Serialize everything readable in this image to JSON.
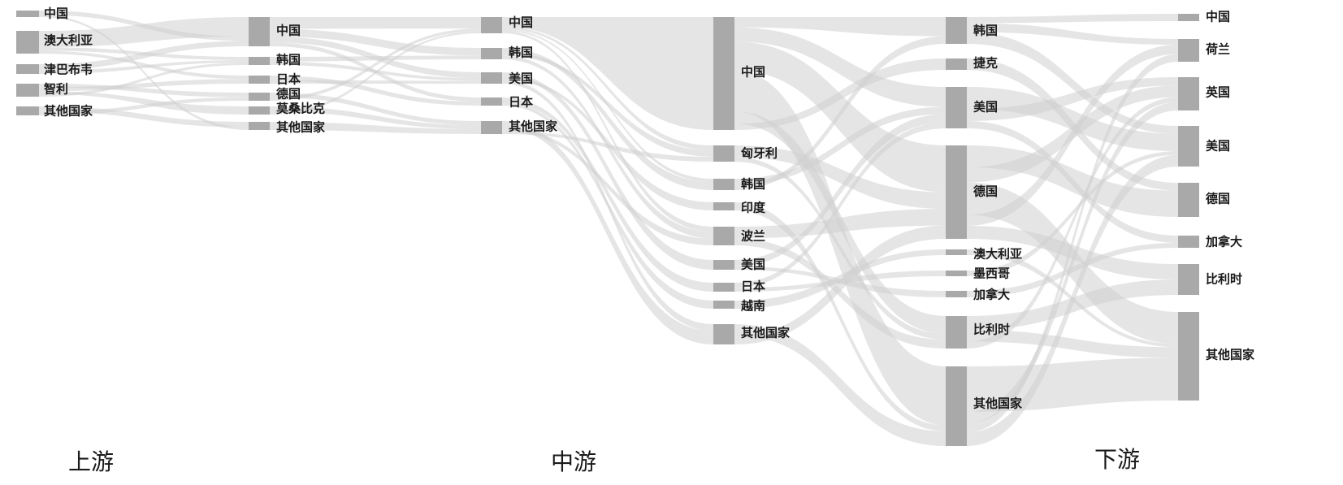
{
  "captions": {
    "upstream": "上游",
    "midstream": "中游",
    "downstream": "下游"
  },
  "colors": {
    "node": "#a9a9a9",
    "link": "#cfcfcf",
    "text": "#1a1a1a",
    "background": "#ffffff"
  },
  "columns": [
    {
      "id": "c0",
      "nodes": [
        {
          "id": "c0_cn",
          "label": "中国"
        },
        {
          "id": "c0_au",
          "label": "澳大利亚"
        },
        {
          "id": "c0_zw",
          "label": "津巴布韦"
        },
        {
          "id": "c0_cl",
          "label": "智利"
        },
        {
          "id": "c0_ot",
          "label": "其他国家"
        }
      ]
    },
    {
      "id": "c1",
      "nodes": [
        {
          "id": "c1_cn",
          "label": "中国"
        },
        {
          "id": "c1_kr",
          "label": "韩国"
        },
        {
          "id": "c1_jp",
          "label": "日本"
        },
        {
          "id": "c1_de",
          "label": "德国"
        },
        {
          "id": "c1_mz",
          "label": "莫桑比克"
        },
        {
          "id": "c1_ot",
          "label": "其他国家"
        }
      ]
    },
    {
      "id": "c2",
      "nodes": [
        {
          "id": "c2_cn",
          "label": "中国"
        },
        {
          "id": "c2_kr",
          "label": "韩国"
        },
        {
          "id": "c2_us",
          "label": "美国"
        },
        {
          "id": "c2_jp",
          "label": "日本"
        },
        {
          "id": "c2_ot",
          "label": "其他国家"
        }
      ]
    },
    {
      "id": "c3",
      "nodes": [
        {
          "id": "c3_cn",
          "label": "中国"
        },
        {
          "id": "c3_hu",
          "label": "匈牙利"
        },
        {
          "id": "c3_kr",
          "label": "韩国"
        },
        {
          "id": "c3_in",
          "label": "印度"
        },
        {
          "id": "c3_pl",
          "label": "波兰"
        },
        {
          "id": "c3_us",
          "label": "美国"
        },
        {
          "id": "c3_jp",
          "label": "日本"
        },
        {
          "id": "c3_vn",
          "label": "越南"
        },
        {
          "id": "c3_ot",
          "label": "其他国家"
        }
      ]
    },
    {
      "id": "c4",
      "nodes": [
        {
          "id": "c4_kr",
          "label": "韩国"
        },
        {
          "id": "c4_cz",
          "label": "捷克"
        },
        {
          "id": "c4_us",
          "label": "美国"
        },
        {
          "id": "c4_de",
          "label": "德国"
        },
        {
          "id": "c4_au",
          "label": "澳大利亚"
        },
        {
          "id": "c4_mx",
          "label": "墨西哥"
        },
        {
          "id": "c4_ca",
          "label": "加拿大"
        },
        {
          "id": "c4_be",
          "label": "比利时"
        },
        {
          "id": "c4_ot",
          "label": "其他国家"
        }
      ]
    },
    {
      "id": "c5",
      "nodes": [
        {
          "id": "c5_cn",
          "label": "中国"
        },
        {
          "id": "c5_nl",
          "label": "荷兰"
        },
        {
          "id": "c5_uk",
          "label": "英国"
        },
        {
          "id": "c5_us",
          "label": "美国"
        },
        {
          "id": "c5_de",
          "label": "德国"
        },
        {
          "id": "c5_ca",
          "label": "加拿大"
        },
        {
          "id": "c5_be",
          "label": "比利时"
        },
        {
          "id": "c5_ot",
          "label": "其他国家"
        }
      ]
    }
  ]
}
